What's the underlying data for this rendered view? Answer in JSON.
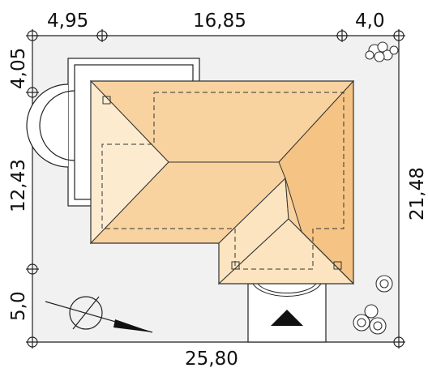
{
  "dimensions": {
    "top": [
      "4,95",
      "16,85",
      "4,0"
    ],
    "left": [
      "4,05",
      "12,43",
      "5,0"
    ],
    "right": "21,48",
    "bottom": "25,80"
  },
  "colors": {
    "plot": "#f1f1f1",
    "roof_light": "#fbe4bf",
    "roof_mid": "#f8d3a0",
    "roof_dark": "#f5c383",
    "roof_pale": "#fdebd0",
    "line": "#222222"
  },
  "icons": {
    "compass": "compass-icon",
    "entrance": "entrance-arrow-icon",
    "trees": "tree-icon"
  }
}
